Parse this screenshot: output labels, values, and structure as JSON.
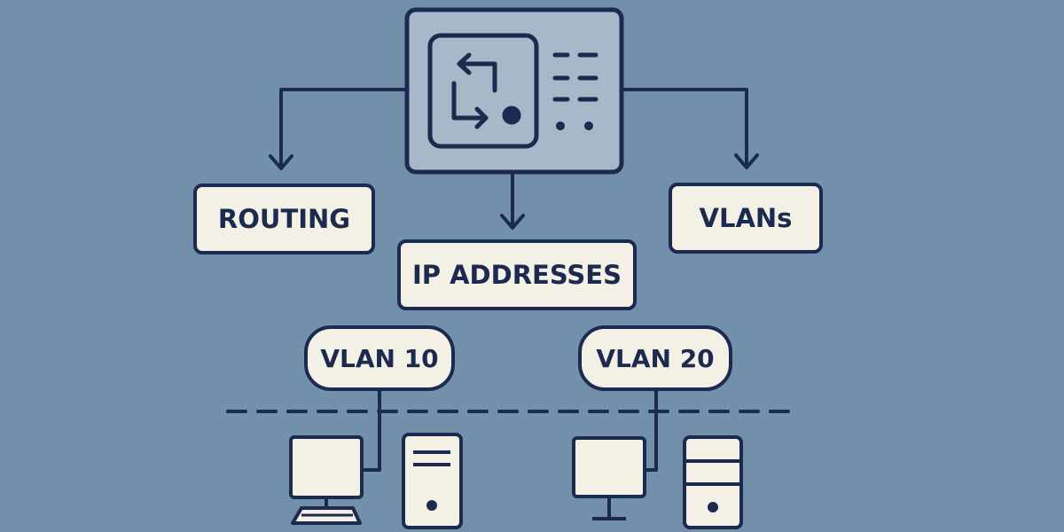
{
  "diagram": {
    "nodes": {
      "router": {
        "icon": "router-switch-icon"
      },
      "routing": {
        "label": "ROUTING"
      },
      "vlans": {
        "label": "VLANs"
      },
      "ip": {
        "label": "IP ADDRESSES"
      },
      "vlan10": {
        "label": "VLAN 10"
      },
      "vlan20": {
        "label": "VLAN 20"
      }
    },
    "devices": [
      {
        "group": "VLAN 10",
        "icons": [
          "desktop-computer-icon",
          "server-tower-icon"
        ]
      },
      {
        "group": "VLAN 20",
        "icons": [
          "desktop-computer-icon",
          "server-tower-icon"
        ]
      }
    ],
    "colors": {
      "background": "#7390ab",
      "outline": "#1b2a4e",
      "box_fill": "#f3f0e6",
      "router_fill": "#a7b8c9"
    }
  }
}
